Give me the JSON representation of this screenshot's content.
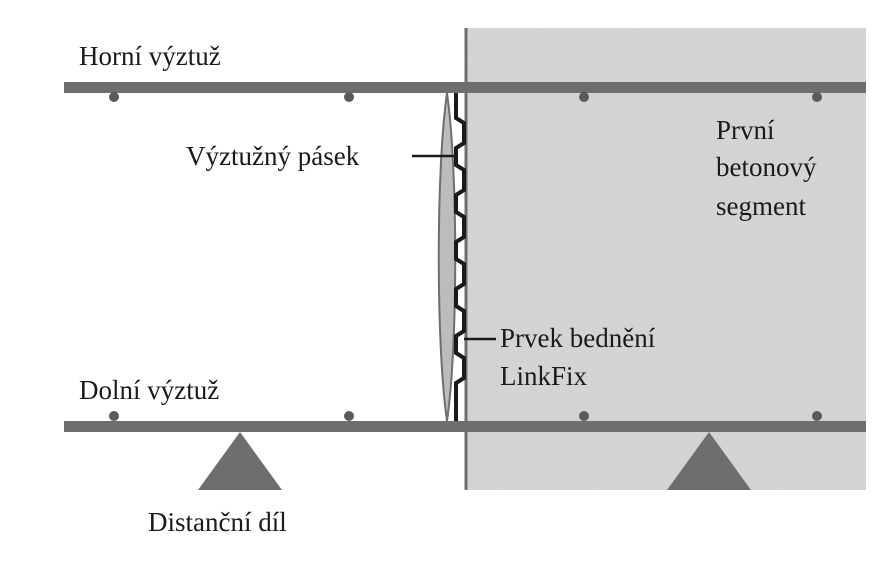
{
  "labels": {
    "top_rebar": "Horní výztuž",
    "reinforcement_strip": "Výztužný pásek",
    "first_segment_line1": "První",
    "first_segment_line2": "betonový",
    "first_segment_line3": "segment",
    "formwork_line1": "Prvek bednění",
    "formwork_line2": "LinkFix",
    "bottom_rebar": "Dolní výztuž",
    "spacer": "Distanční díl"
  },
  "colors": {
    "concrete_fill": "#d6d6d6",
    "rebar": "#6e6e6e",
    "dot": "#5a5a5a",
    "strip": "#1a1a1a",
    "spacer": "#6e6e6e",
    "text": "#1a1a1a"
  }
}
